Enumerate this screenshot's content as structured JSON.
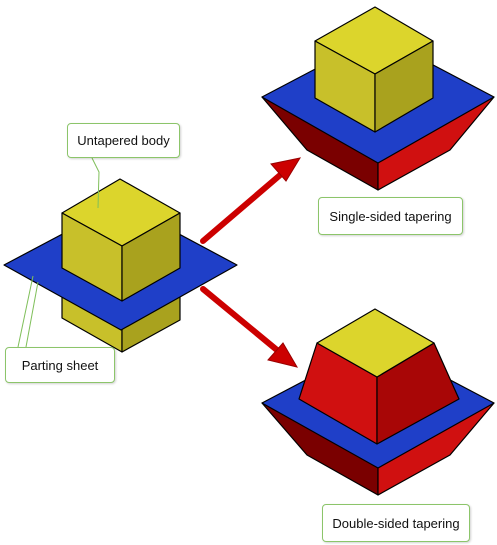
{
  "labels": {
    "untapered_body": "Untapered body",
    "parting_sheet": "Parting sheet",
    "single_sided": "Single-sided tapering",
    "double_sided": "Double-sided tapering"
  },
  "colors": {
    "yellow_top": "#dcd52c",
    "yellow_left": "#c8c02a",
    "yellow_right": "#a9a21e",
    "sheet_blue": "#1f3fc8",
    "red_left": "#d01010",
    "red_right": "#a80606",
    "dark_red": "#7a0000",
    "arrow_red": "#cc0000",
    "callout_border": "#8cc56a",
    "leader_line": "#7fbf5a"
  },
  "icons": {
    "arrow_up": "arrow-up-right-icon",
    "arrow_down": "arrow-down-right-icon"
  }
}
